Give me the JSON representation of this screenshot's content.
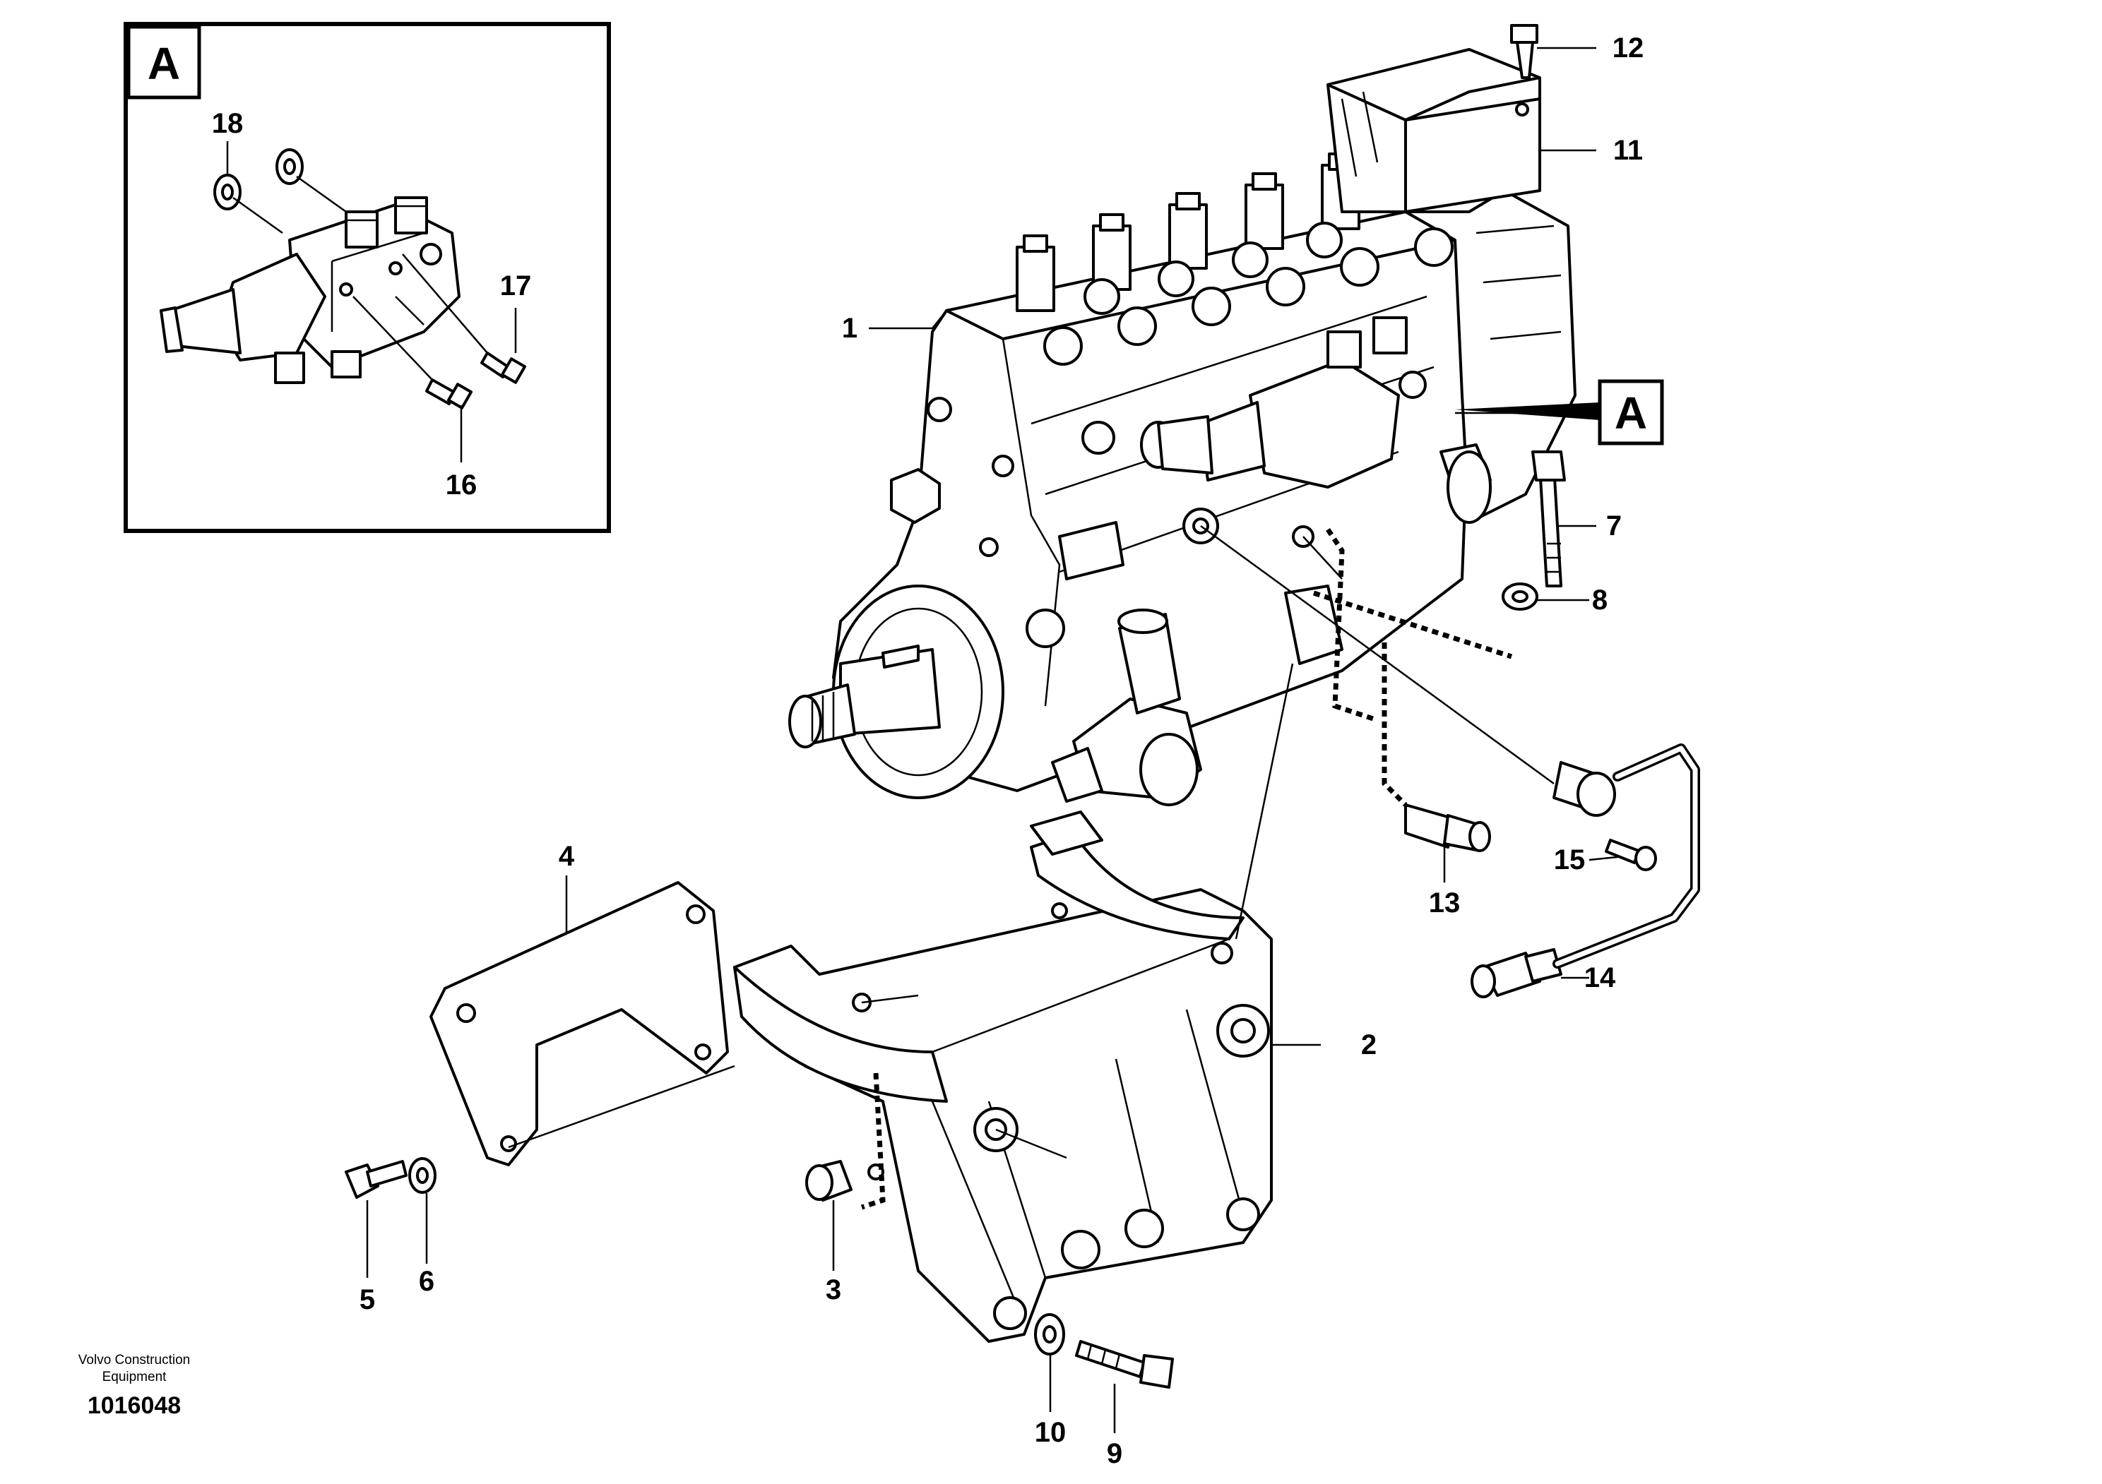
{
  "detail_view": {
    "label": "A"
  },
  "view_reference": {
    "label": "A"
  },
  "callouts": {
    "c1": "1",
    "c2": "2",
    "c3": "3",
    "c4": "4",
    "c5": "5",
    "c6": "6",
    "c7": "7",
    "c8": "8",
    "c9": "9",
    "c10": "10",
    "c11": "11",
    "c12": "12",
    "c13": "13",
    "c14": "14",
    "c15": "15",
    "c16": "16",
    "c17": "17",
    "c18": "18"
  },
  "footer": {
    "brand_line1": "Volvo Construction",
    "brand_line2": "Equipment",
    "doc_number": "1016048"
  }
}
